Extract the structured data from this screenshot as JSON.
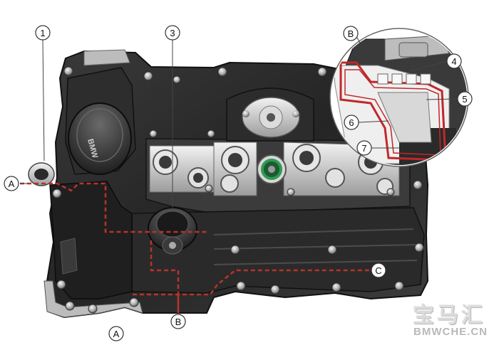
{
  "callouts": {
    "c1": "1",
    "c3": "3",
    "c4": "4",
    "c5": "5",
    "c6": "6",
    "c7": "7",
    "a_left": "A",
    "a_bottom": "A",
    "b_top": "B",
    "b_bottom": "B",
    "c_right": "C"
  },
  "cap_text": "BMW",
  "watermark": {
    "cn": "宝马汇",
    "en": "BMWCHE.CN"
  },
  "colors": {
    "flow_line": "#b8332c",
    "inset_outline": "#c0282a",
    "engine_dark": "#1c1c1c",
    "engine_mid": "#4a4a4a",
    "engine_light": "#d6d6d6",
    "valve_green": "#2e9a52"
  }
}
